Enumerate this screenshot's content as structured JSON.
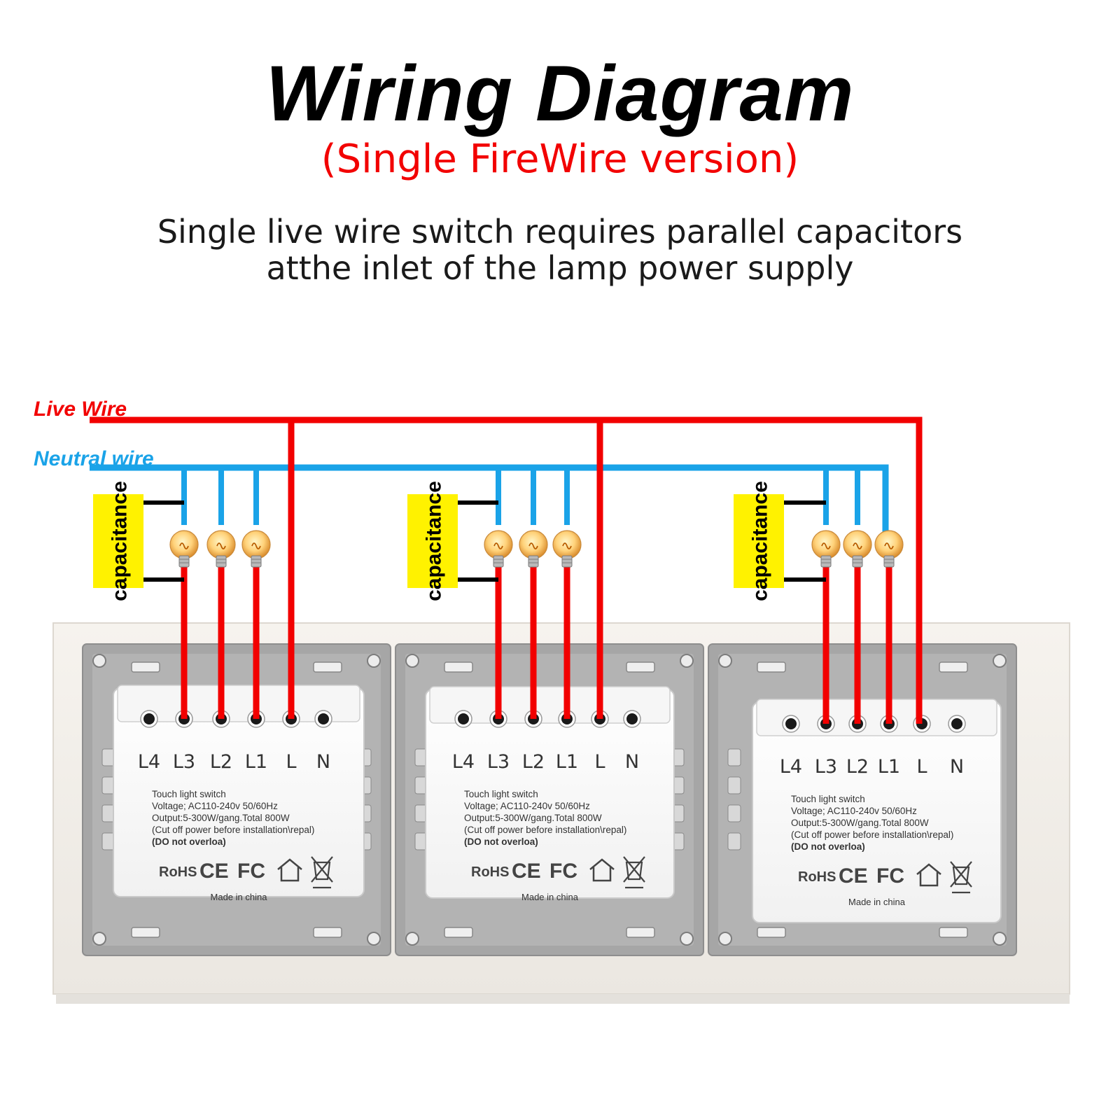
{
  "header": {
    "title": "Wiring Diagram",
    "subtitle": "(Single FireWire version)",
    "description_line1": "Single live wire switch requires parallel capacitors",
    "description_line2": "atthe inlet of the lamp power supply"
  },
  "wires": {
    "live_label": "Live Wire",
    "neutral_label": "Neutral wire",
    "live_color": "#f20000",
    "neutral_color": "#1aa3e8",
    "capacitor_lead_color": "#000000"
  },
  "capacitor": {
    "label": "capacitance",
    "color": "#fff200"
  },
  "switch_module": {
    "terminals": [
      "L4",
      "L3",
      "L2",
      "L1",
      "L",
      "N"
    ],
    "info_lines": [
      "Touch light switch",
      "Voltage; AC110-240v 50/60Hz",
      "Output:5-300W/gang.Total 800W",
      "(Cut off power before installation\\repal)",
      "(DO not overloa)"
    ],
    "certifications": [
      "RoHS",
      "CE",
      "FC"
    ],
    "made_in": "Made in china"
  },
  "icons": {
    "lamp": "light-bulb-icon",
    "house": "house-icon",
    "weee": "crossed-bin-icon"
  }
}
